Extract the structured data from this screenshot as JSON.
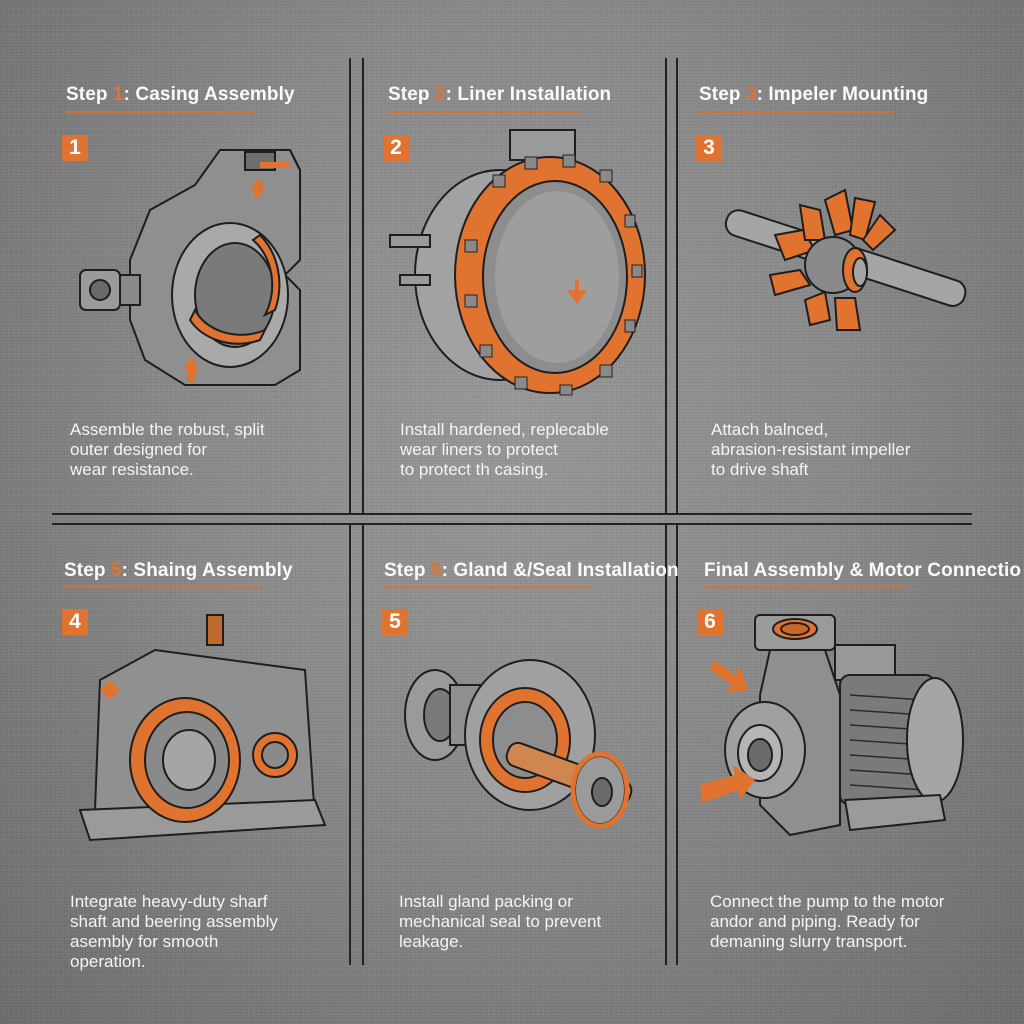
{
  "colors": {
    "background": "#8c8c8c",
    "accent": "#e07330",
    "text": "#fafafa",
    "grid_line": "#222222",
    "metal": "#9c9c9c"
  },
  "panels": [
    {
      "badge": "1",
      "title_prefix": "Step ",
      "title_num": "1",
      "title_rest": ": Casing Assembly",
      "description": "Assemble the robust, split\nouter designed for\nwear resistance.",
      "illustration": "split-pump-casing"
    },
    {
      "badge": "2",
      "title_prefix": "Step ",
      "title_num": "2",
      "title_rest": ": Liner Installation",
      "description": "Install hardened, replecable\nwear liners to protect\nto protect th casing.",
      "illustration": "wear-liner-ring"
    },
    {
      "badge": "3",
      "title_prefix": "Step ",
      "title_num": "3",
      "title_rest": ": Impeler Mounting",
      "description": "Attach balnced,\nabrasion-resistant impeller\nto drive shaft",
      "illustration": "impeller-on-shaft"
    },
    {
      "badge": "4",
      "title_prefix": "Step ",
      "title_num": "5",
      "title_rest": ": Shaing Assembly",
      "description": "Integrate heavy-duty sharf\nshaft and beering assembly\nasembly for smooth\n              operation.",
      "illustration": "bearing-housing"
    },
    {
      "badge": "5",
      "title_prefix": "Step ",
      "title_num": "5",
      "title_rest": ": Gland &/Seal Installation",
      "description": "Install gland packing or\nmechanical seal to prevent\nleakage.",
      "illustration": "gland-seal-shaft"
    },
    {
      "badge": "6",
      "title_prefix": "",
      "title_num": "",
      "title_rest": "Final Assembly & Motor Connectio",
      "description": "Connect the pump to the motor\nandor and piping. Ready for\ndemaning slurry transport.",
      "illustration": "pump-motor-assembly"
    }
  ]
}
